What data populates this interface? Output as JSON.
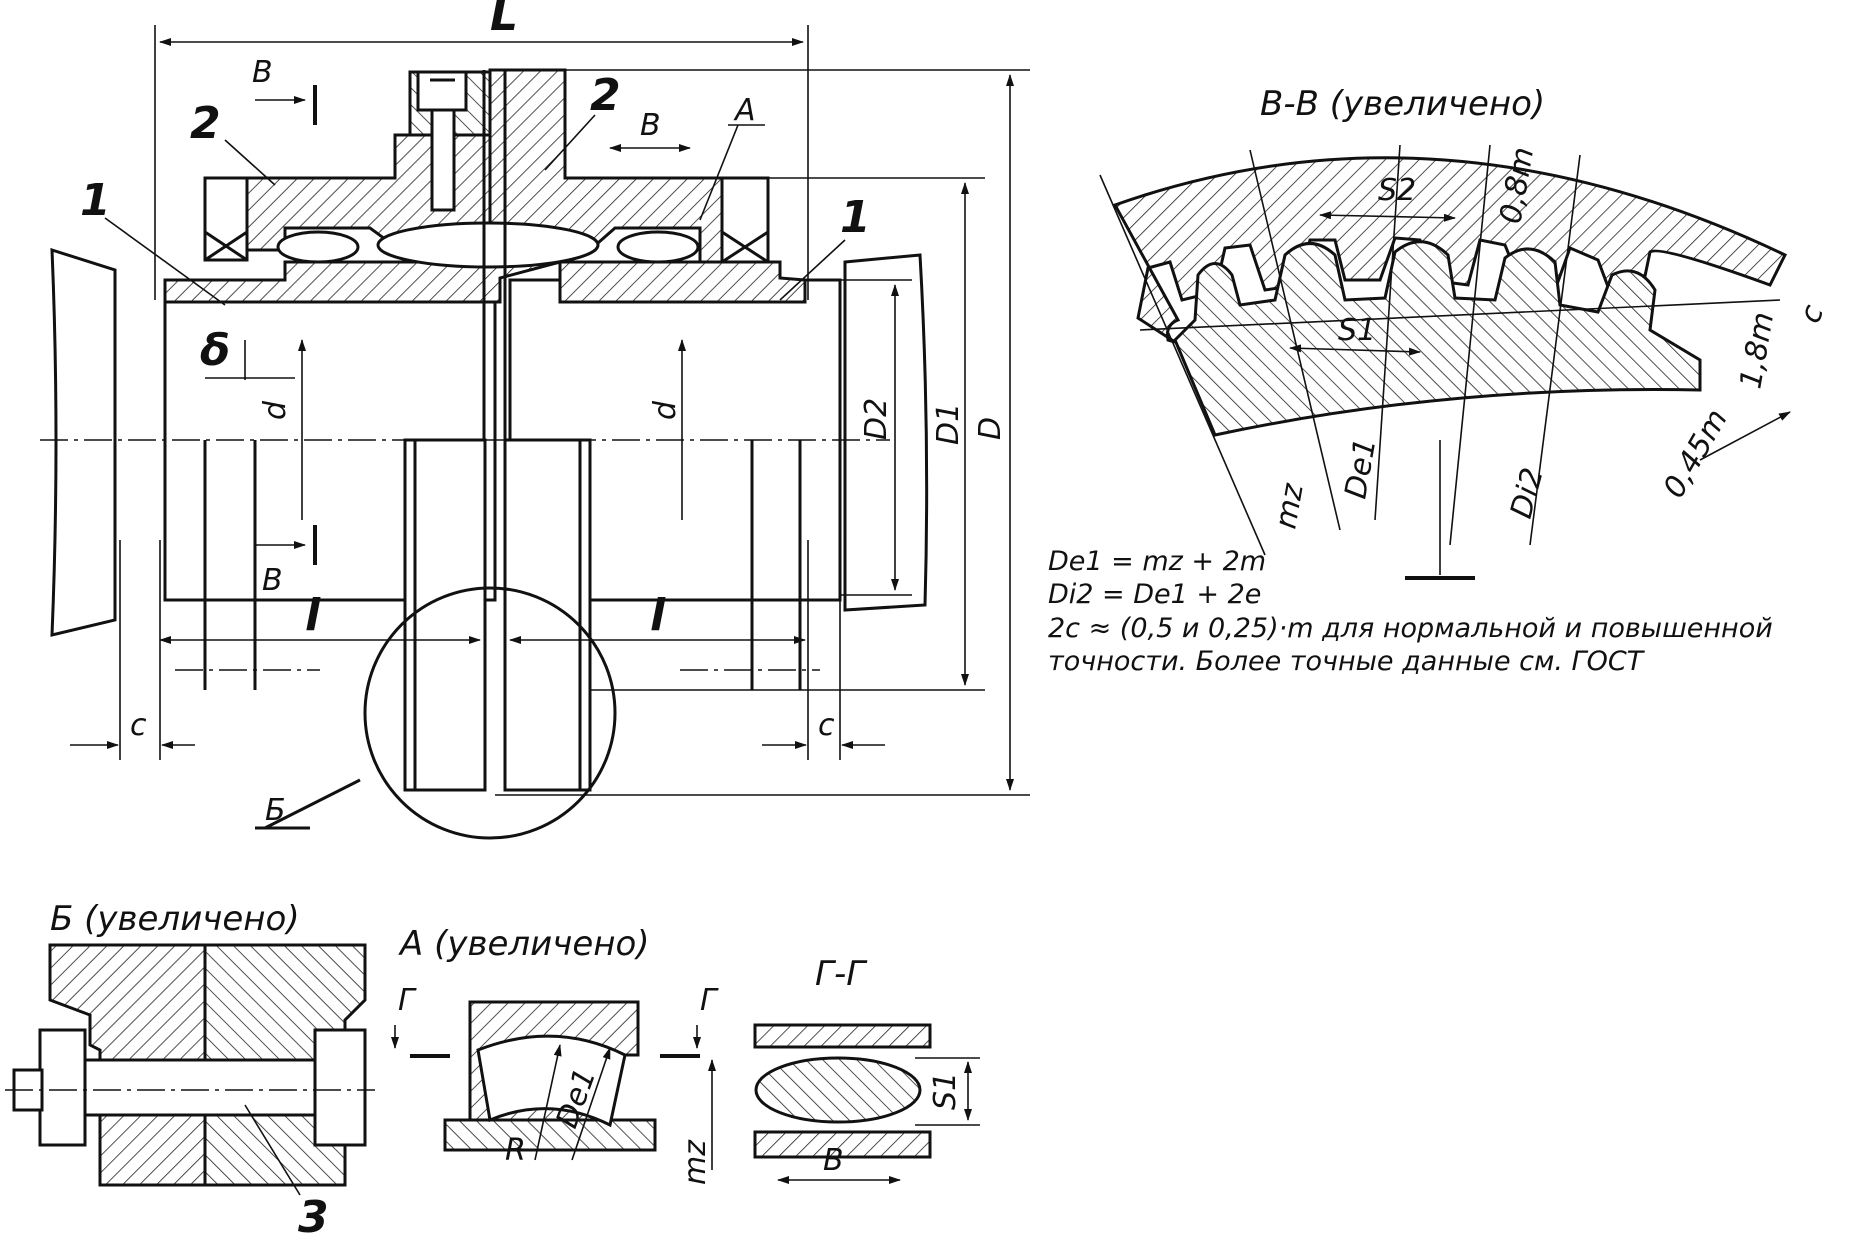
{
  "drawing": {
    "main_view": {
      "dim_L": "L",
      "dim_D": "D",
      "dim_D1": "D1",
      "dim_D2": "D2",
      "dim_d_left": "d",
      "dim_d_right": "d",
      "dim_l_left": "l",
      "dim_l_right": "l",
      "dim_c_left": "c",
      "dim_c_right": "c",
      "dim_B": "B",
      "dim_delta": "δ",
      "section_mark_top": "В",
      "section_mark_bottom": "В",
      "detail_A": "А",
      "detail_B": "Б",
      "part_1_left": "1",
      "part_1_right": "1",
      "part_2_left": "2",
      "part_2_right": "2"
    },
    "section_vv": {
      "title": "В-В (увеличено)",
      "s2": "S2",
      "s1": "S1",
      "dim_08m": "0,8m",
      "dim_18m": "1,8m",
      "dim_045m": "0,45m",
      "dim_c": "c",
      "label_mz": "mz",
      "label_de1": "De1",
      "label_di2": "Di2",
      "formula_1": "De1 = mz + 2m",
      "formula_2": "Di2 = De1 + 2e",
      "formula_3": "2c ≈ (0,5 и 0,25)·m для нормальной и повышенной",
      "formula_4": "точности. Более точные данные см. ГОСТ"
    },
    "detail_b": {
      "title": "Б (увеличено)",
      "part_3": "3"
    },
    "detail_a": {
      "title": "А (увеличено)",
      "mark_left": "Г",
      "mark_right": "Г",
      "label_R": "R",
      "label_De1": "De1",
      "label_mz": "mz"
    },
    "section_gg": {
      "title": "Г-Г",
      "label_S1": "S1",
      "label_B": "B"
    }
  }
}
